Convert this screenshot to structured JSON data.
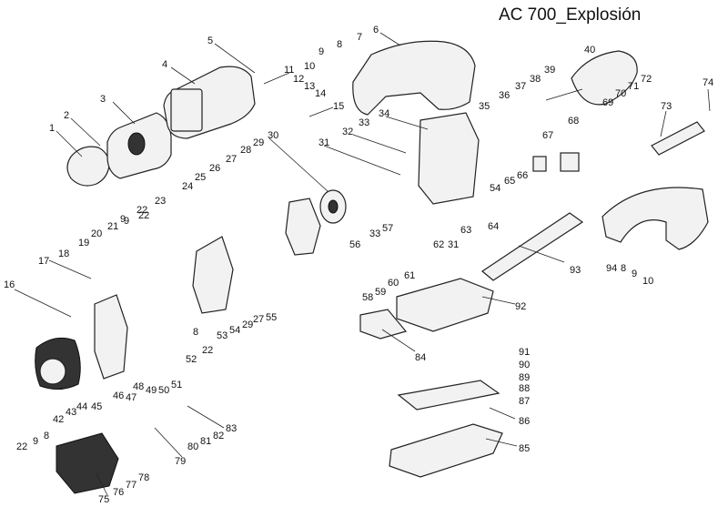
{
  "title": "AC 700_Explosión",
  "callouts": [
    {
      "id": "c1",
      "text": "1"
    },
    {
      "id": "c2",
      "text": "2"
    },
    {
      "id": "c3",
      "text": "3"
    },
    {
      "id": "c4",
      "text": "4"
    },
    {
      "id": "c5",
      "text": "5"
    },
    {
      "id": "c6",
      "text": "6"
    },
    {
      "id": "c7",
      "text": "7"
    },
    {
      "id": "c8a",
      "text": "8"
    },
    {
      "id": "c9a",
      "text": "9"
    },
    {
      "id": "c10a",
      "text": "10"
    },
    {
      "id": "c11",
      "text": "11"
    },
    {
      "id": "c12",
      "text": "12"
    },
    {
      "id": "c13",
      "text": "13"
    },
    {
      "id": "c14",
      "text": "14"
    },
    {
      "id": "c15",
      "text": "15"
    },
    {
      "id": "c16",
      "text": "16"
    },
    {
      "id": "c17",
      "text": "17"
    },
    {
      "id": "c18",
      "text": "18"
    },
    {
      "id": "c19",
      "text": "19"
    },
    {
      "id": "c20",
      "text": "20"
    },
    {
      "id": "c21",
      "text": "21"
    },
    {
      "id": "c22a",
      "text": "22"
    },
    {
      "id": "c23",
      "text": "23"
    },
    {
      "id": "c24",
      "text": "24"
    },
    {
      "id": "c25",
      "text": "25"
    },
    {
      "id": "c26",
      "text": "26"
    },
    {
      "id": "c27a",
      "text": "27"
    },
    {
      "id": "c28",
      "text": "28"
    },
    {
      "id": "c29a",
      "text": "29"
    },
    {
      "id": "c30",
      "text": "30"
    },
    {
      "id": "c31a",
      "text": "31"
    },
    {
      "id": "c32",
      "text": "32"
    },
    {
      "id": "c33a",
      "text": "33"
    },
    {
      "id": "c34",
      "text": "34"
    },
    {
      "id": "c35",
      "text": "35"
    },
    {
      "id": "c36",
      "text": "36"
    },
    {
      "id": "c37",
      "text": "37"
    },
    {
      "id": "c38",
      "text": "38"
    },
    {
      "id": "c39",
      "text": "39"
    },
    {
      "id": "c40",
      "text": "40"
    },
    {
      "id": "c68",
      "text": "68"
    },
    {
      "id": "c69",
      "text": "69"
    },
    {
      "id": "c70",
      "text": "70"
    },
    {
      "id": "c71",
      "text": "71"
    },
    {
      "id": "c72",
      "text": "72"
    },
    {
      "id": "c73",
      "text": "73"
    },
    {
      "id": "c74",
      "text": "74"
    },
    {
      "id": "c67",
      "text": "67"
    },
    {
      "id": "c54a",
      "text": "54"
    },
    {
      "id": "c65",
      "text": "65"
    },
    {
      "id": "c66",
      "text": "66"
    },
    {
      "id": "c64",
      "text": "64"
    },
    {
      "id": "c63",
      "text": "63"
    },
    {
      "id": "c62",
      "text": "62"
    },
    {
      "id": "c31b",
      "text": "31"
    },
    {
      "id": "c57",
      "text": "57"
    },
    {
      "id": "c33b",
      "text": "33"
    },
    {
      "id": "c56",
      "text": "56"
    },
    {
      "id": "c61",
      "text": "61"
    },
    {
      "id": "c58",
      "text": "58"
    },
    {
      "id": "c59",
      "text": "59"
    },
    {
      "id": "c60",
      "text": "60"
    },
    {
      "id": "c93",
      "text": "93"
    },
    {
      "id": "c94",
      "text": "94"
    },
    {
      "id": "c8b",
      "text": "8"
    },
    {
      "id": "c9b",
      "text": "9"
    },
    {
      "id": "c10b",
      "text": "10"
    },
    {
      "id": "c92",
      "text": "92"
    },
    {
      "id": "c84",
      "text": "84"
    },
    {
      "id": "c91",
      "text": "91"
    },
    {
      "id": "c90",
      "text": "90"
    },
    {
      "id": "c89",
      "text": "89"
    },
    {
      "id": "c88",
      "text": "88"
    },
    {
      "id": "c87",
      "text": "87"
    },
    {
      "id": "c86",
      "text": "86"
    },
    {
      "id": "c85",
      "text": "85"
    },
    {
      "id": "c22b",
      "text": "22"
    },
    {
      "id": "c9c",
      "text": "9"
    },
    {
      "id": "c53",
      "text": "53"
    },
    {
      "id": "c54b",
      "text": "54"
    },
    {
      "id": "c29b",
      "text": "29"
    },
    {
      "id": "c27b",
      "text": "27"
    },
    {
      "id": "c55",
      "text": "55"
    },
    {
      "id": "c8c",
      "text": "8"
    },
    {
      "id": "c22c",
      "text": "22"
    },
    {
      "id": "c52",
      "text": "52"
    },
    {
      "id": "c51",
      "text": "51"
    },
    {
      "id": "c50",
      "text": "50"
    },
    {
      "id": "c49",
      "text": "49"
    },
    {
      "id": "c48",
      "text": "48"
    },
    {
      "id": "c47",
      "text": "47"
    },
    {
      "id": "c46",
      "text": "46"
    },
    {
      "id": "c45",
      "text": "45"
    },
    {
      "id": "c44",
      "text": "44"
    },
    {
      "id": "c43",
      "text": "43"
    },
    {
      "id": "c42",
      "text": "42"
    },
    {
      "id": "c22d",
      "text": "22"
    },
    {
      "id": "c9d",
      "text": "9"
    },
    {
      "id": "c8d",
      "text": "8"
    },
    {
      "id": "c83",
      "text": "83"
    },
    {
      "id": "c82",
      "text": "82"
    },
    {
      "id": "c81",
      "text": "81"
    },
    {
      "id": "c80",
      "text": "80"
    },
    {
      "id": "c79",
      "text": "79"
    },
    {
      "id": "c78",
      "text": "78"
    },
    {
      "id": "c77",
      "text": "77"
    },
    {
      "id": "c76",
      "text": "76"
    },
    {
      "id": "c75",
      "text": "75"
    }
  ]
}
